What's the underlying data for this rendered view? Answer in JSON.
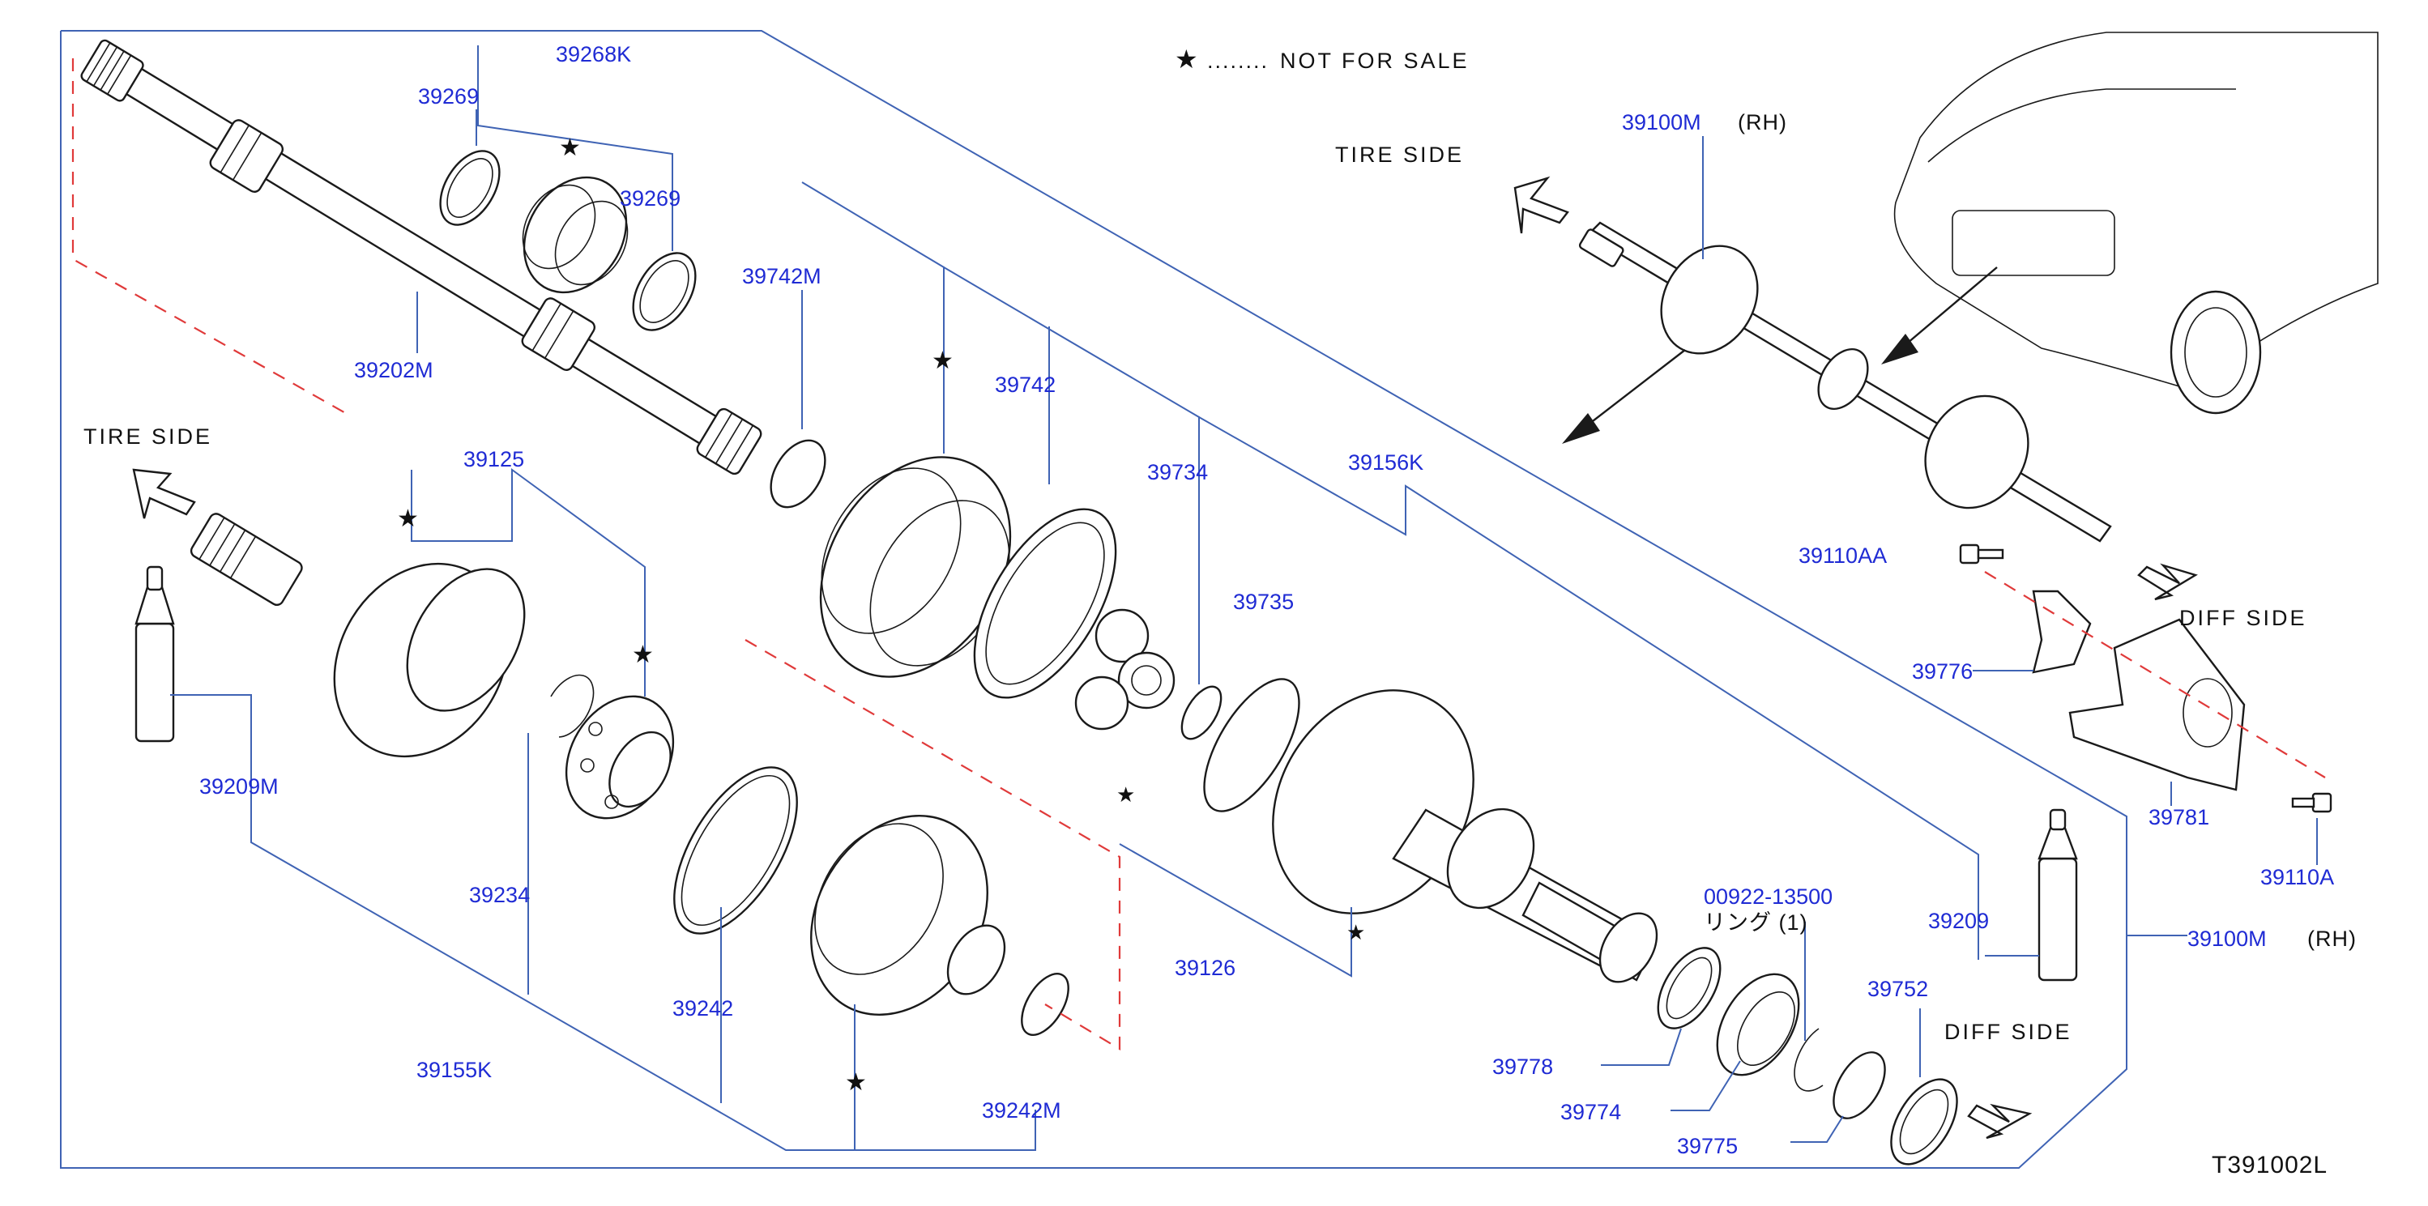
{
  "diagram": {
    "code": "T391002L",
    "legend": {
      "symbol": "★",
      "dots": "........",
      "text": "NOT   FOR   SALE"
    },
    "side_labels": {
      "tire_top": "TIRE   SIDE",
      "tire_left": "TIRE   SIDE",
      "diff_right": "DIFF   SIDE",
      "diff_bottom": "DIFF   SIDE"
    },
    "part_numbers": {
      "p39268K": "39268K",
      "p39269a": "39269",
      "p39269b": "39269",
      "p39202M": "39202M",
      "p39742M": "39742M",
      "p39742": "39742",
      "p39734": "39734",
      "p39156K": "39156K",
      "p39735": "39735",
      "p39125": "39125",
      "p39209Ma": "39209M",
      "p39234": "39234",
      "p39242": "39242",
      "p39155K": "39155K",
      "p39242M": "39242M",
      "p39126": "39126",
      "p00922": "00922-13500",
      "p00922_sub": "リング  (1)",
      "p39209": "39209",
      "p39100M_top": "39100M",
      "p39100M_top_rh": "(RH)",
      "p39100M_bottom": "39100M",
      "p39100M_bottom_rh": "(RH)",
      "p39110AA": "39110AA",
      "p39776": "39776",
      "p39781": "39781",
      "p39110A": "39110A",
      "p39778": "39778",
      "p39774": "39774",
      "p39775": "39775",
      "p39752": "39752"
    },
    "stars": {
      "s1": "★",
      "s2": "★",
      "s3": "★",
      "s4": "★",
      "s5": "★",
      "s6": "★",
      "s7": "★"
    },
    "colors": {
      "part_number": "#1f2bd4",
      "leader": "#3f63b4",
      "dashed": "#e03a3a",
      "ink": "#1a1a1a"
    }
  }
}
